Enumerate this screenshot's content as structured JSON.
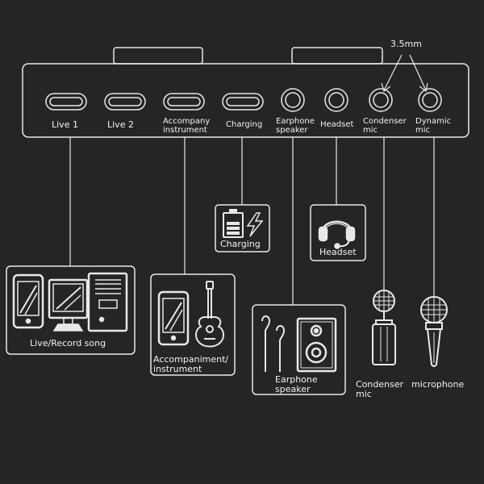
{
  "annotation": "3.5mm",
  "ports": [
    {
      "label": "Live 1"
    },
    {
      "label": "Live 2"
    },
    {
      "label": "Accompany\ninstrument"
    },
    {
      "label": "Charging"
    },
    {
      "label": "Earphone\nspeaker"
    },
    {
      "label": "Headset"
    },
    {
      "label": "Condenser\nmic"
    },
    {
      "label": "Dynamic\nmic"
    }
  ],
  "devices": {
    "live": "Live/Record song",
    "accompaniment": "Accompaniment/\ninstrument",
    "charging": "Charging",
    "headset": "Headset",
    "earphone": "Earphone\nspeaker",
    "condenser": "Condenser\nmic",
    "dynamic": "microphone"
  },
  "colors": {
    "background": "#252525",
    "line": "#e8e8e8"
  }
}
